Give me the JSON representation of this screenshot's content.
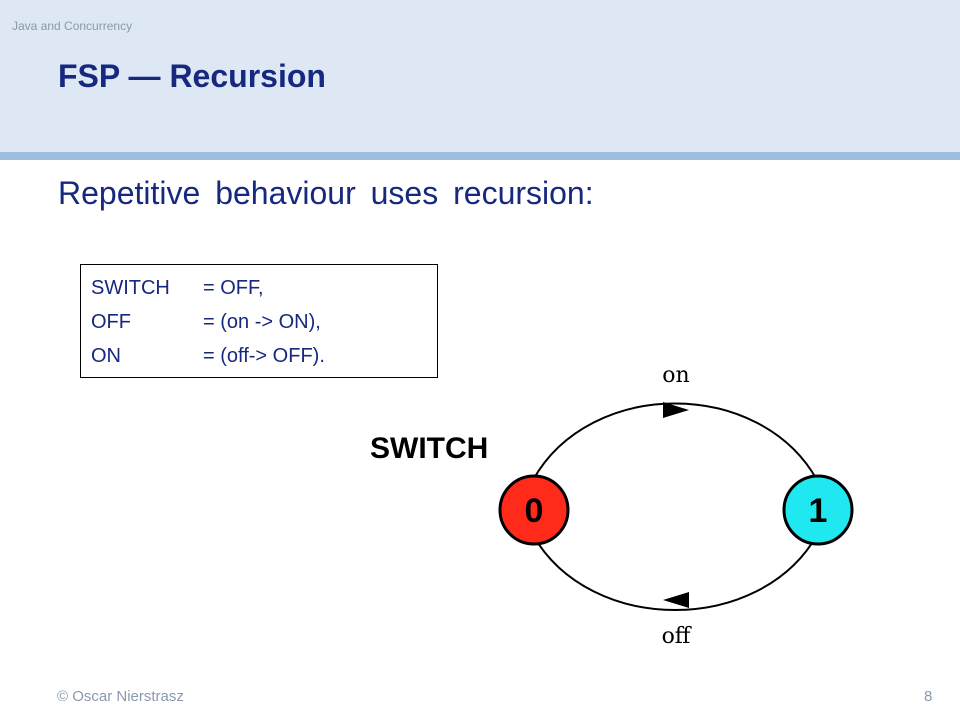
{
  "header": {
    "course": "Java and Concurrency",
    "title": "FSP — Recursion"
  },
  "body": {
    "subtitle": "Repetitive behaviour uses recursion:"
  },
  "code": [
    {
      "name": "SWITCH",
      "def": "= OFF,"
    },
    {
      "name": "OFF",
      "def": "= (on -> ON),"
    },
    {
      "name": "ON",
      "def": "= (off-> OFF)."
    }
  ],
  "diagram": {
    "process_name": "SWITCH",
    "states": [
      {
        "label": "0",
        "color": "#ff2a1a"
      },
      {
        "label": "1",
        "color": "#1fe8f0"
      }
    ],
    "transitions": [
      {
        "label": "on"
      },
      {
        "label": "off"
      }
    ],
    "colors": {
      "arc": "#000000",
      "text": "#000000"
    }
  },
  "footer": {
    "copyright": "© Oscar Nierstrasz",
    "page": "8"
  }
}
